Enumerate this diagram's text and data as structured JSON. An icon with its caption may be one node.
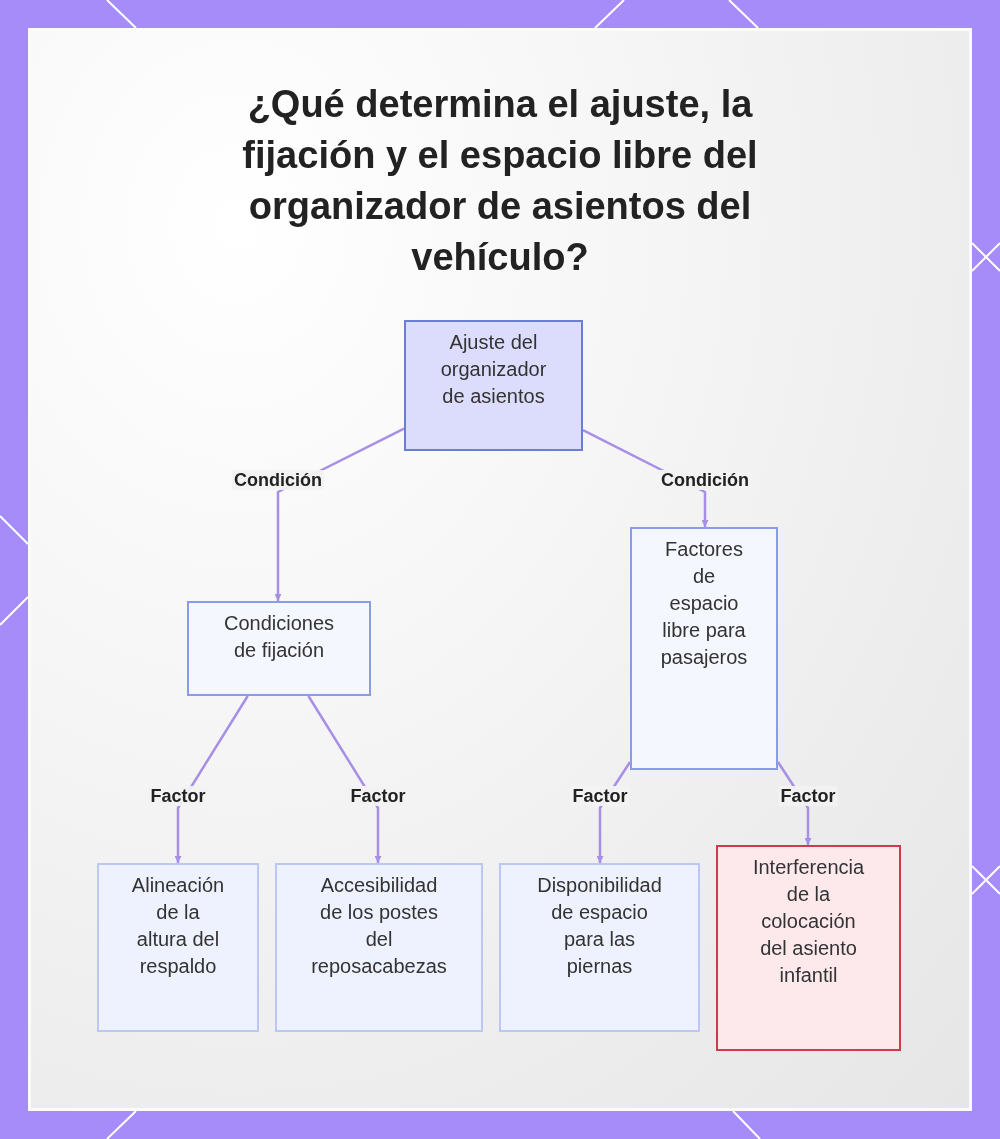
{
  "diagram": {
    "title": "¿Qué determina el ajuste, la fijación y el espacio libre del organizador de asientos del vehículo?",
    "nodes": [
      {
        "text": [
          "Ajuste del organizador de asientos"
        ]
      },
      {
        "text": [
          "Condiciones de fijación"
        ]
      },
      {
        "text": [
          "Factores de espacio libre para pasajeros"
        ]
      },
      {
        "text": [
          "Alineación de la altura del respaldo"
        ]
      },
      {
        "text": [
          "Accesibilidad de los postes del reposacabezas"
        ]
      },
      {
        "text": [
          "Disponibilidad de espacio para las piernas"
        ]
      },
      {
        "text": [
          "Interferencia de la colocación del asiento infantil"
        ]
      }
    ],
    "edges": [
      {
        "from": 0,
        "to": 1,
        "arrow": "to",
        "label": "Condición"
      },
      {
        "from": 0,
        "to": 2,
        "arrow": "to",
        "label": "Condición"
      },
      {
        "from": 1,
        "to": 3,
        "arrow": "to",
        "label": "Factor"
      },
      {
        "from": 1,
        "to": 4,
        "arrow": "to",
        "label": "Factor"
      },
      {
        "from": 2,
        "to": 5,
        "arrow": "to",
        "label": "Factor"
      },
      {
        "from": 2,
        "to": 6,
        "arrow": "to",
        "label": "Factor"
      }
    ]
  }
}
